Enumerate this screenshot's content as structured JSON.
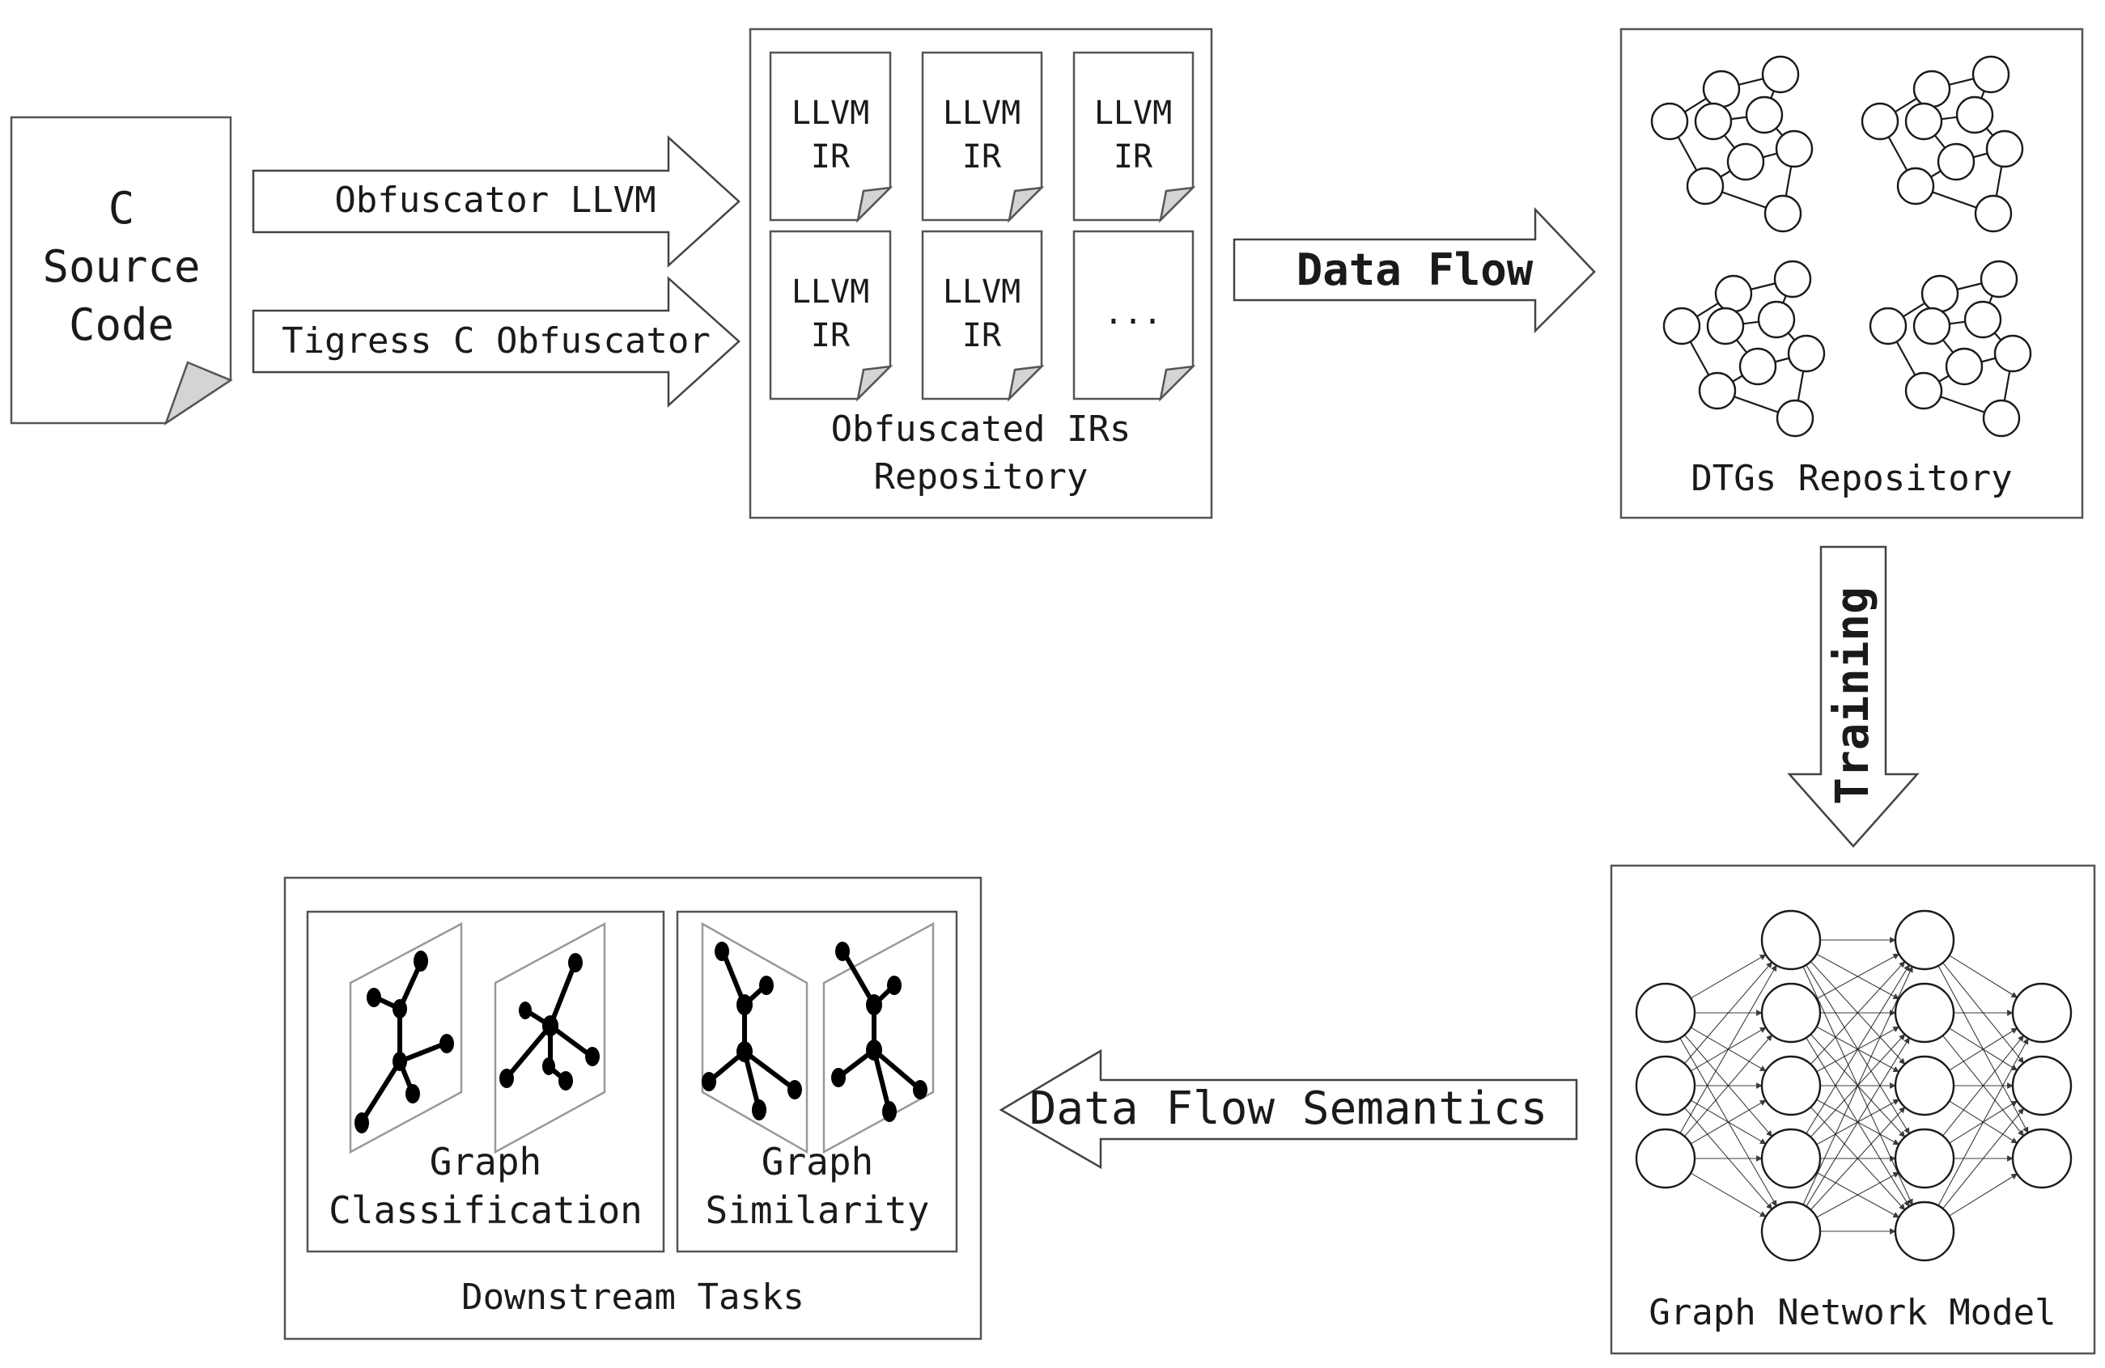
{
  "source": {
    "label_lines": [
      "C",
      "Source",
      "Code"
    ]
  },
  "obfuscators": {
    "llvm": "Obfuscator LLVM",
    "tigress": "Tigress C Obfuscator"
  },
  "ir_repository": {
    "docs": [
      [
        "LLVM",
        "IR"
      ],
      [
        "LLVM",
        "IR"
      ],
      [
        "LLVM",
        "IR"
      ],
      [
        "LLVM",
        "IR"
      ],
      [
        "LLVM",
        "IR"
      ],
      [
        "..."
      ]
    ],
    "title_lines": [
      "Obfuscated IRs",
      "Repository"
    ]
  },
  "arrows": {
    "data_flow": "Data Flow",
    "training": "Training",
    "semantics": "Data Flow Semantics"
  },
  "dtg_repository": {
    "title": "DTGs Repository"
  },
  "model": {
    "title": "Graph Network Model",
    "layer_sizes": [
      3,
      5,
      5,
      3
    ]
  },
  "downstream": {
    "title": "Downstream Tasks",
    "classification_lines": [
      "Graph",
      "Classification"
    ],
    "similarity_lines": [
      "Graph",
      "Similarity"
    ]
  }
}
